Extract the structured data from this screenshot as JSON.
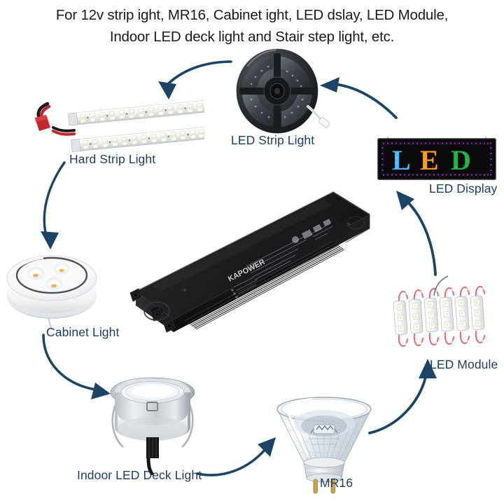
{
  "header": {
    "line1": "For 12v strip ight, MR16, Cabinet ight, LED dslay, LED Module,",
    "line2": "Indoor LED deck light and Stair step light, etc."
  },
  "labels": {
    "hard_strip_light": "Hard Strip Light",
    "led_strip_light": "LED Strip Light",
    "led_display": "LED Display",
    "cabinet_light": "Cabinet Light",
    "led_module": "LED Module",
    "indoor_led_deck_light": "Indoor LED Deck Light",
    "mr16": "MR16"
  },
  "led_display_sign": {
    "letters": [
      {
        "char": "L",
        "color": "#4db8ff"
      },
      {
        "char": "E",
        "color": "#ff9a1f"
      },
      {
        "char": "D",
        "color": "#22b14c"
      }
    ],
    "panel_color": "#0a0a0a",
    "border_color": "#5a2b8c"
  },
  "driver": {
    "brand": "KAPOWER",
    "body_color": "#1b1b1d"
  },
  "colors": {
    "arrow": "#1c4464",
    "label_text": "#1d3c5c",
    "header_text": "#1a1a1a",
    "background": "#ffffff"
  },
  "arrows": [
    {
      "name": "to-hard-strip-light",
      "from": "LED Strip Light reel",
      "to": "Hard Strip Light"
    },
    {
      "name": "to-led-strip-light",
      "from": "LED Display",
      "to": "LED Strip Light"
    },
    {
      "name": "to-cabinet-light",
      "from": "Hard Strip Light",
      "to": "Cabinet Light"
    },
    {
      "name": "to-deck-light",
      "from": "Cabinet Light",
      "to": "Indoor LED Deck Light"
    },
    {
      "name": "to-mr16",
      "from": "Indoor LED Deck Light",
      "to": "MR16"
    },
    {
      "name": "to-led-module",
      "from": "MR16",
      "to": "LED Module"
    },
    {
      "name": "to-led-display",
      "from": "LED Module",
      "to": "LED Display"
    }
  ]
}
